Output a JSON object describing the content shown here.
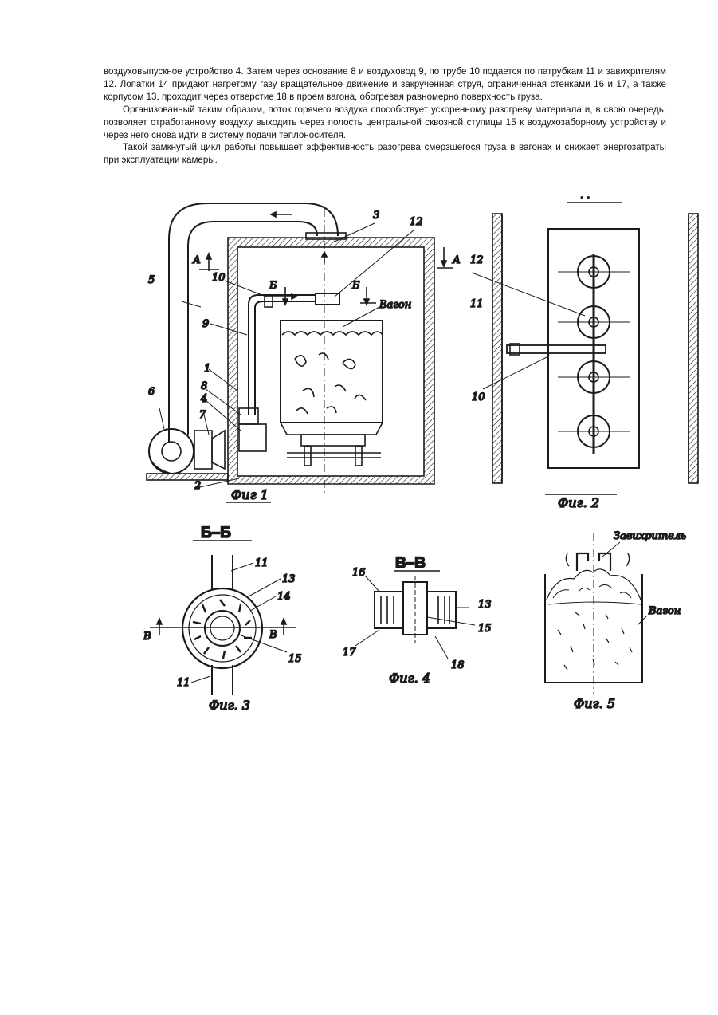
{
  "text": {
    "paragraphs": [
      "воздуховыпускное устройство 4. Затем через основание 8 и воздуховод 9, по трубе 10 подается по патрубкам 11 и завихрителям 12. Лопатки 14 придают нагретому газу вращательное движение и закрученная струя, ограниченная стенками 16 и 17, а также корпусом 13, проходит через отверстие 18 в проем вагона, обогревая равномерно поверхность груза.",
      "Организованный таким образом, поток горячего воздуха способствует ускоренному разогреву материала и, в свою очередь, позволяет отработанному воздуху выходить через полость центральной сквозной ступицы 15 к воздухозаборному устройству и через него снова идти в систему подачи теплоносителя.",
      "Такой замкнутый цикл работы повышает эффективность разогрева смерзшегося груза в вагонах и снижает энергозатраты при эксплуатации камеры."
    ]
  },
  "fig1": {
    "caption": "Фиг 1",
    "wagon_label": "Вагон",
    "labels": {
      "n1": "1",
      "n2": "2",
      "n3": "3",
      "n4": "4",
      "n5": "5",
      "n6": "6",
      "n7": "7",
      "n8": "8",
      "n9": "9",
      "n10": "10",
      "n12": "12",
      "a_left": "А",
      "a_right": "А",
      "b_left": "Б",
      "b_right": "Б"
    }
  },
  "fig2": {
    "caption": "Фиг. 2",
    "labels": {
      "n10": "10",
      "n11": "11",
      "n12": "12",
      "top": "· ·"
    }
  },
  "fig3": {
    "section": "Б–Б",
    "caption": "Фиг. 3",
    "labels": {
      "n11a": "11",
      "n11b": "11",
      "n13": "13",
      "n14": "14",
      "n15": "15",
      "b_left": "В",
      "b_right": "В"
    }
  },
  "fig4": {
    "section": "В–В",
    "caption": "Фиг. 4",
    "labels": {
      "n13": "13",
      "n15": "15",
      "n16": "16",
      "n17": "17",
      "n18": "18"
    }
  },
  "fig5": {
    "caption": "Фиг. 5",
    "swirler_label": "Завихритель",
    "wagon_label": "Вагон"
  }
}
